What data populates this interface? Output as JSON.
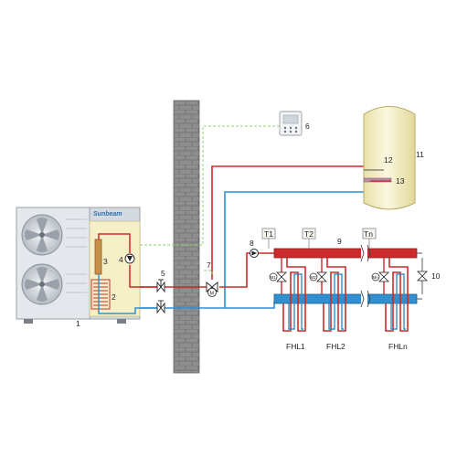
{
  "brand": "Sunbeam",
  "components": {
    "heat_pump": "1",
    "hydro_module": "2",
    "plate_heat_exchanger": "3",
    "circulation_pump": "4",
    "valve": "5",
    "wired_controller": "6",
    "three_way_valve": "7",
    "pump_8": "8",
    "manifold": "9",
    "valve_10": "10",
    "dhw_tank": "11",
    "tank_sensor": "12",
    "tank_coil": "13"
  },
  "sensors": [
    "T1",
    "T2",
    "Tn"
  ],
  "valve_labels": [
    "M1",
    "M2",
    "Mn"
  ],
  "motor_label": "M",
  "loops": [
    "FHL1",
    "FHL2",
    "FHLn"
  ],
  "colors": {
    "supply": "#cc2b2b",
    "return": "#2f8fd0",
    "signal": "#8fcf6a",
    "wall": "#8a8a8a",
    "module_bg": "#f6f0c8",
    "tank_bg": "#f6f0c8",
    "unit": "#dfe3e8"
  }
}
